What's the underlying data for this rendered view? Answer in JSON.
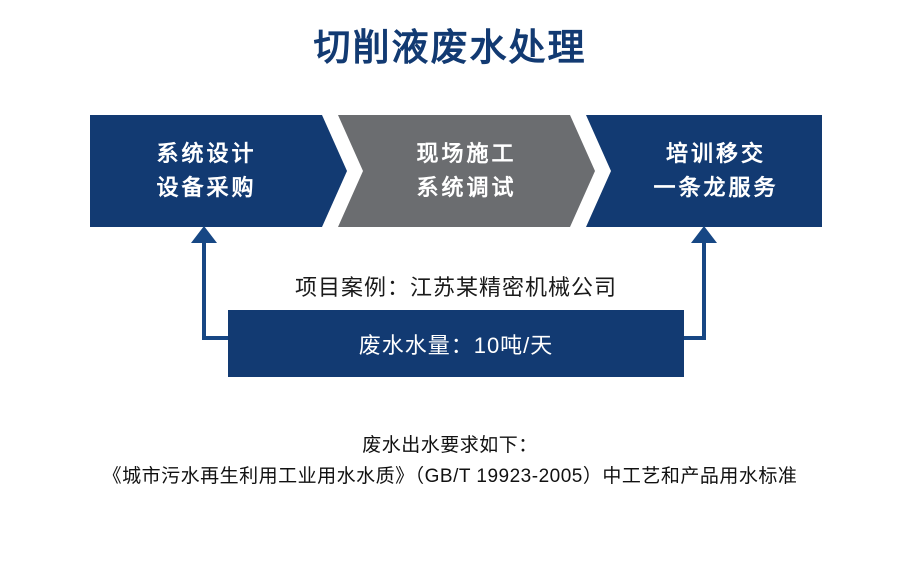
{
  "slide": {
    "title": "切削液废水处理",
    "title_color": "#123a72",
    "background": "#ffffff"
  },
  "process": {
    "steps": [
      {
        "id": "step-design-procurement",
        "line1": "系统设计",
        "line2": "设备采购",
        "color": "#123a72",
        "shape": "chevron-start"
      },
      {
        "id": "step-construction-commissioning",
        "line1": "现场施工",
        "line2": "系统调试",
        "color": "#6b6d70",
        "shape": "chevron-middle"
      },
      {
        "id": "step-training-handover",
        "line1": "培训移交",
        "line2": "一条龙服务",
        "color": "#123a72",
        "shape": "chevron-end"
      }
    ]
  },
  "case": {
    "caption": "项目案例：江苏某精密机械公司",
    "volume_label": "废水水量：10吨/天",
    "bar_color": "#123a72",
    "connector_color": "#174784"
  },
  "footer": {
    "line1": "废水出水要求如下：",
    "line2": "《城市污水再生利用工业用水水质》（GB/T 19923-2005）中工艺和产品用水标准"
  }
}
